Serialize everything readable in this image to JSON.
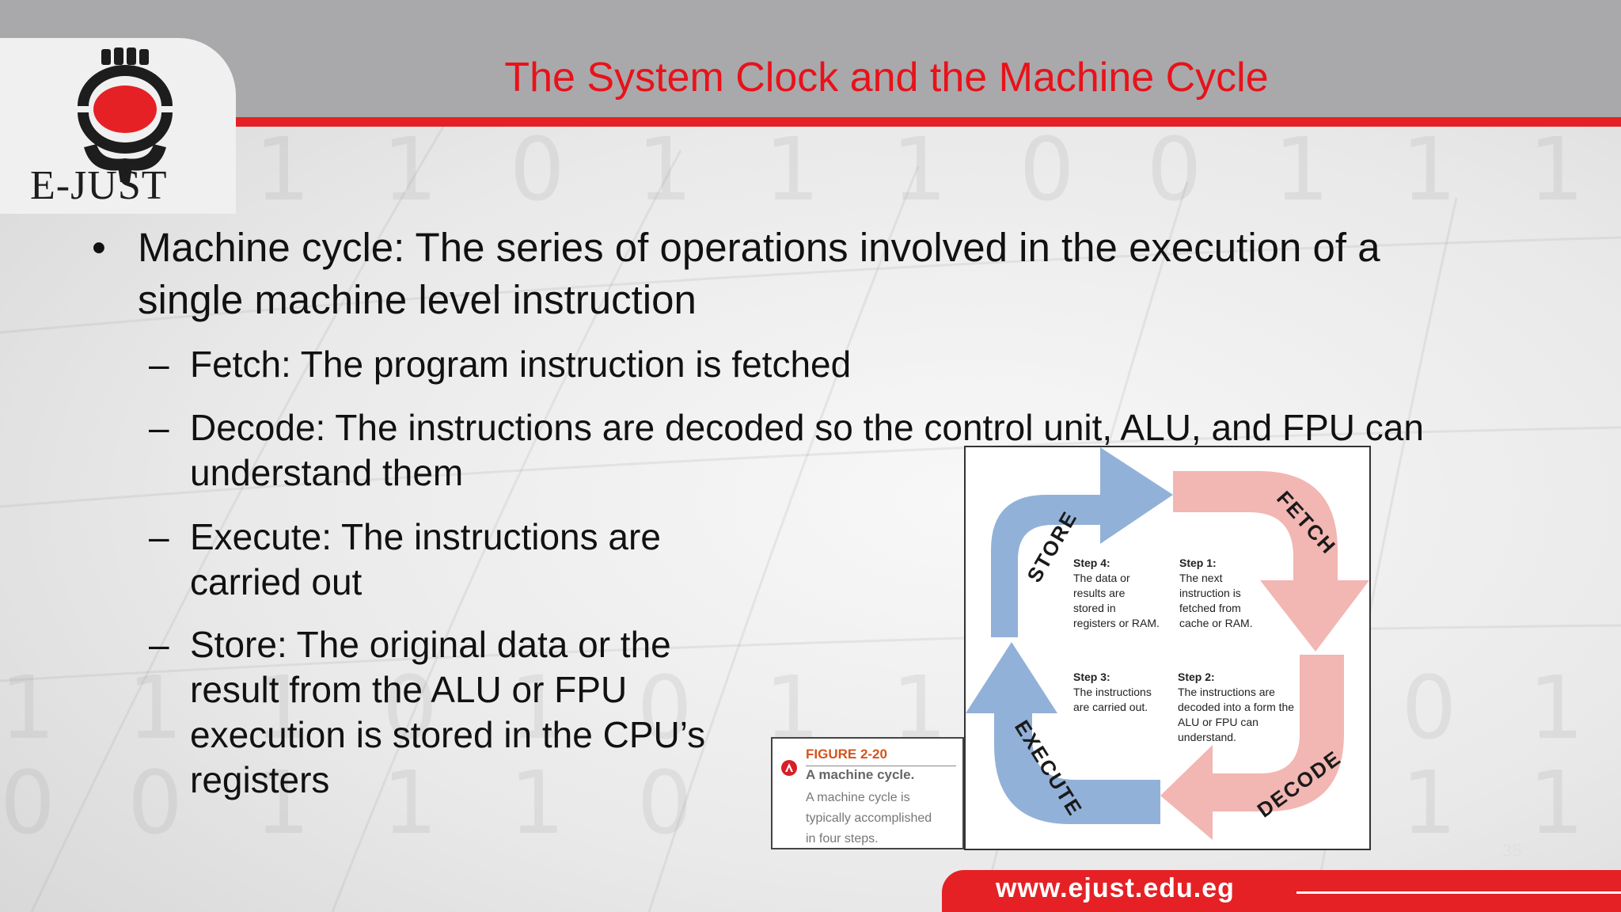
{
  "slide": {
    "title": "The System Clock and the Machine Cycle",
    "page_number": "35",
    "logo_text": "E-JUST",
    "footer_url": "www.ejust.edu.eg"
  },
  "bullets": {
    "main_mark": "•",
    "main_line1": "Machine cycle: The series of operations involved in the execution of a",
    "main_line2": "single machine level instruction",
    "dash": "–",
    "fetch_line1": "Fetch: The program instruction is fetched",
    "decode_line1": "Decode: The instructions are decoded so the control unit, ALU, and FPU can",
    "decode_line2": "understand them",
    "execute_line1": "Execute: The instructions are",
    "execute_line2": "carried out",
    "store_line1": "Store: The original data or the",
    "store_line2": "result from the ALU or FPU",
    "store_line3": "execution is stored in the CPU’s",
    "store_line4": "registers"
  },
  "caption": {
    "figure": "FIGURE 2-20",
    "title": "A machine cycle.",
    "line1": "A machine cycle is",
    "line2": "typically accomplished",
    "line3": "in four steps."
  },
  "figure": {
    "labels": {
      "store": "STORE",
      "fetch": "FETCH",
      "execute": "EXECUTE",
      "decode": "DECODE"
    },
    "step4": {
      "head": "Step 4:",
      "l1": "The data or",
      "l2": "results are",
      "l3": "stored in",
      "l4": "registers or RAM."
    },
    "step1": {
      "head": "Step 1:",
      "l1": "The next",
      "l2": "instruction is",
      "l3": "fetched from",
      "l4": "cache or RAM."
    },
    "step3": {
      "head": "Step 3:",
      "l1": "The instructions",
      "l2": "are carried out."
    },
    "step2": {
      "head": "Step 2:",
      "l1": "The instructions are",
      "l2": "decoded into a form the",
      "l3": "ALU or FPU can",
      "l4": "understand."
    },
    "colors": {
      "blue_arrow": "#92b1d8",
      "pink_arrow": "#f2b6b3"
    }
  },
  "colors": {
    "title_red": "#e8121a",
    "brand_red": "#e52125",
    "header_gray": "#a9a9ab"
  }
}
